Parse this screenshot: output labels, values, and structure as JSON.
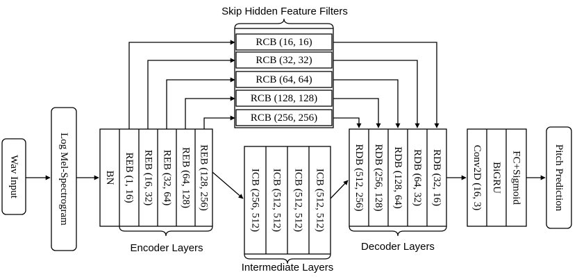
{
  "titles": {
    "skip": "Skip Hidden Feature Filters",
    "encoder": "Encoder Layers",
    "intermediate": "Intermediate Layers",
    "decoder": "Decoder Layers"
  },
  "input": {
    "wav": "Wav Input",
    "logmel": "Log Mel-Spectrogram"
  },
  "encoder": {
    "bn": "BN",
    "blocks": [
      "REB (1, 16)",
      "REB (16, 32)",
      "REB (32, 64)",
      "REB (64, 128)",
      "REB (128, 256)"
    ]
  },
  "skip_filters": [
    "RCB (16, 16)",
    "RCB (32, 32)",
    "RCB (64, 64)",
    "RCB (128, 128)",
    "RCB (256, 256)"
  ],
  "intermediate": [
    "ICB (256, 512)",
    "ICB (512, 512)",
    "ICB (512, 512)",
    "ICB (512, 512)"
  ],
  "decoder": [
    "RDB (512, 256)",
    "RDB (256, 128)",
    "RDB (128, 64)",
    "RDB (64, 32)",
    "RDB (32, 16)"
  ],
  "head": [
    "Conv2D (16, 3)",
    "BiGRU",
    "FC+Sigmoid"
  ],
  "output": "Pitch Prediction"
}
